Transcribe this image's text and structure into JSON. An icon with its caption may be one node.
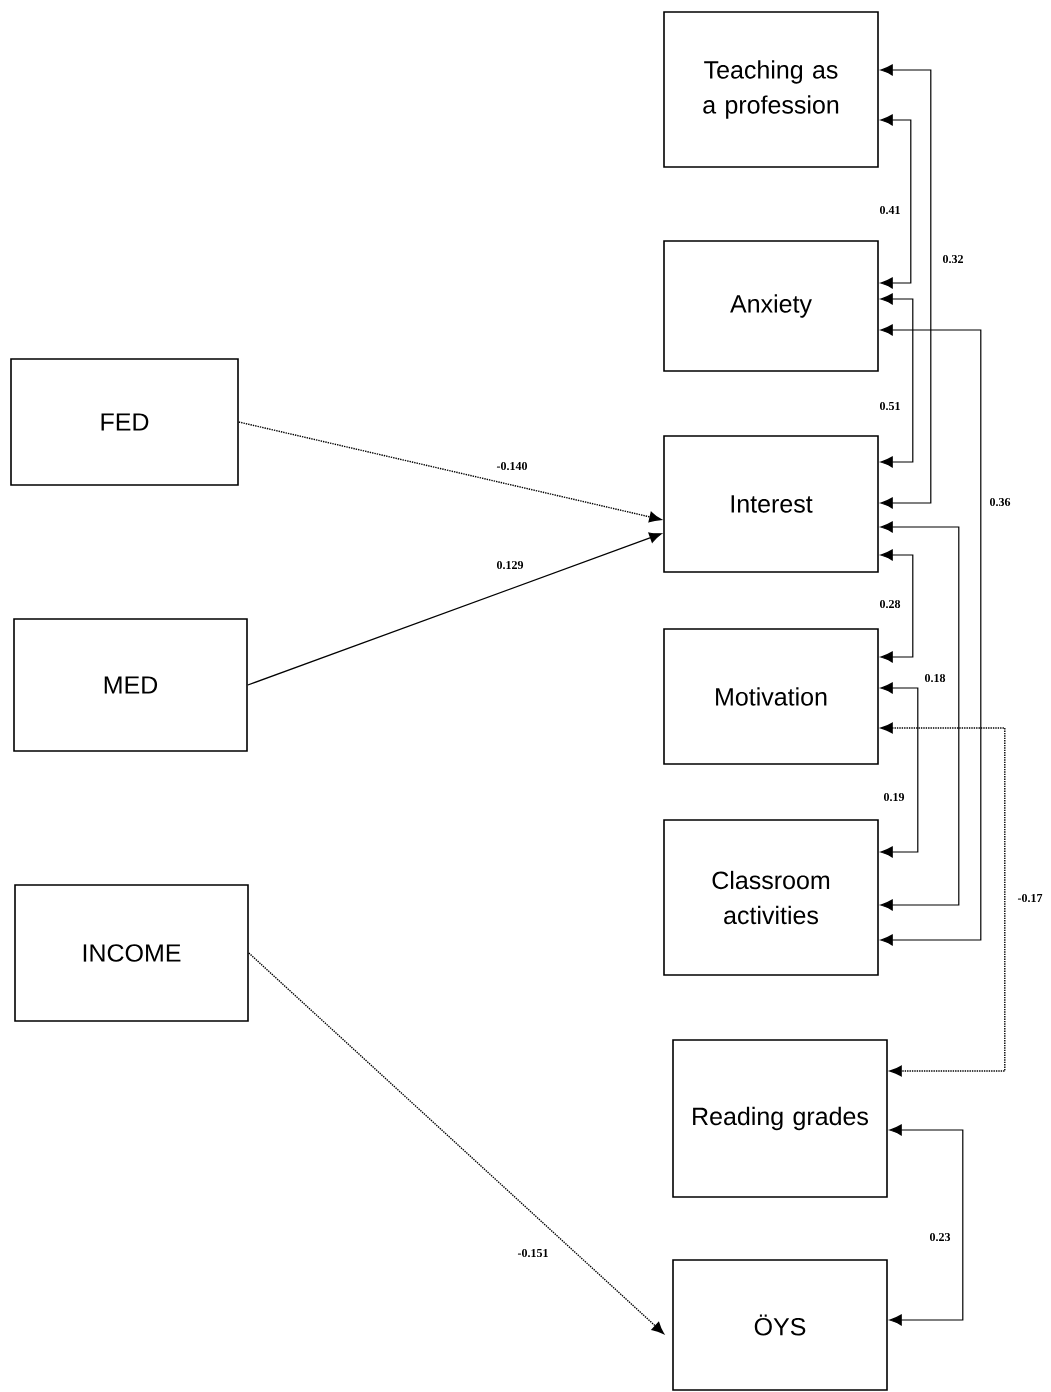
{
  "diagram": {
    "nodes": [
      {
        "text": [
          "Teaching as a profession"
        ]
      },
      {
        "text": [
          "Anxiety"
        ]
      },
      {
        "text": [
          "Interest"
        ]
      },
      {
        "text": [
          "Motivation"
        ]
      },
      {
        "text": [
          "Classroom activities"
        ]
      },
      {
        "text": [
          "Reading grades"
        ]
      },
      {
        "text": [
          "ÖYS"
        ]
      },
      {
        "text": [
          "FED"
        ]
      },
      {
        "text": [
          "MED"
        ]
      },
      {
        "text": [
          "INCOME"
        ]
      }
    ],
    "edges": [
      {
        "from": 0,
        "to": 1,
        "arrow": "both",
        "label": "0.41"
      },
      {
        "from": 0,
        "to": 2,
        "arrow": "both",
        "label": "0.32"
      },
      {
        "from": 1,
        "to": 2,
        "arrow": "both",
        "label": "0.51"
      },
      {
        "from": 1,
        "to": 4,
        "arrow": "both",
        "label": "0.36"
      },
      {
        "from": 2,
        "to": 3,
        "arrow": "both",
        "label": "0.28"
      },
      {
        "from": 2,
        "to": 4,
        "arrow": "both",
        "label": "0.18"
      },
      {
        "from": 3,
        "to": 4,
        "arrow": "both",
        "label": "0.19"
      },
      {
        "from": 3,
        "to": 5,
        "arrow": "both",
        "label": "-0.17",
        "style": "dashed"
      },
      {
        "from": 5,
        "to": 6,
        "arrow": "both",
        "label": "0.23"
      },
      {
        "from": 7,
        "to": 2,
        "arrow": "to",
        "label": "-0.140",
        "style": "dashed"
      },
      {
        "from": 8,
        "to": 2,
        "arrow": "to",
        "label": "0.129"
      },
      {
        "from": 9,
        "to": 6,
        "arrow": "to",
        "label": "-0.151",
        "style": "dashed"
      }
    ]
  }
}
